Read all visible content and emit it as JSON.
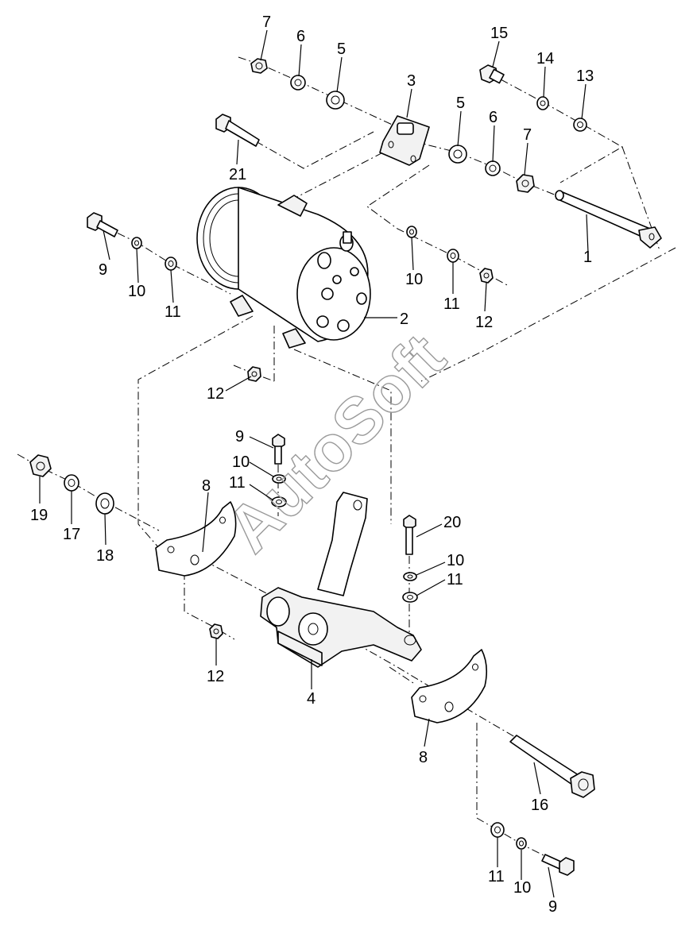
{
  "watermark": "AutoSoft",
  "callouts": [
    {
      "id": "c7a",
      "label": "7"
    },
    {
      "id": "c6a",
      "label": "6"
    },
    {
      "id": "c5a",
      "label": "5"
    },
    {
      "id": "c3",
      "label": "3"
    },
    {
      "id": "c15",
      "label": "15"
    },
    {
      "id": "c14",
      "label": "14"
    },
    {
      "id": "c13",
      "label": "13"
    },
    {
      "id": "c5b",
      "label": "5"
    },
    {
      "id": "c6b",
      "label": "6"
    },
    {
      "id": "c7b",
      "label": "7"
    },
    {
      "id": "c21",
      "label": "21"
    },
    {
      "id": "c1",
      "label": "1"
    },
    {
      "id": "c9a",
      "label": "9"
    },
    {
      "id": "c10a",
      "label": "10"
    },
    {
      "id": "c11a",
      "label": "11"
    },
    {
      "id": "c10b",
      "label": "10"
    },
    {
      "id": "c11b",
      "label": "11"
    },
    {
      "id": "c12a",
      "label": "12"
    },
    {
      "id": "c2",
      "label": "2"
    },
    {
      "id": "c12b",
      "label": "12"
    },
    {
      "id": "c9b",
      "label": "9"
    },
    {
      "id": "c10c",
      "label": "10"
    },
    {
      "id": "c11c",
      "label": "11"
    },
    {
      "id": "c19",
      "label": "19"
    },
    {
      "id": "c17",
      "label": "17"
    },
    {
      "id": "c18",
      "label": "18"
    },
    {
      "id": "c8a",
      "label": "8"
    },
    {
      "id": "c20",
      "label": "20"
    },
    {
      "id": "c10d",
      "label": "10"
    },
    {
      "id": "c11d",
      "label": "11"
    },
    {
      "id": "c12c",
      "label": "12"
    },
    {
      "id": "c4",
      "label": "4"
    },
    {
      "id": "c8b",
      "label": "8"
    },
    {
      "id": "c16",
      "label": "16"
    },
    {
      "id": "c11e",
      "label": "11"
    },
    {
      "id": "c10e",
      "label": "10"
    },
    {
      "id": "c9c",
      "label": "9"
    }
  ]
}
